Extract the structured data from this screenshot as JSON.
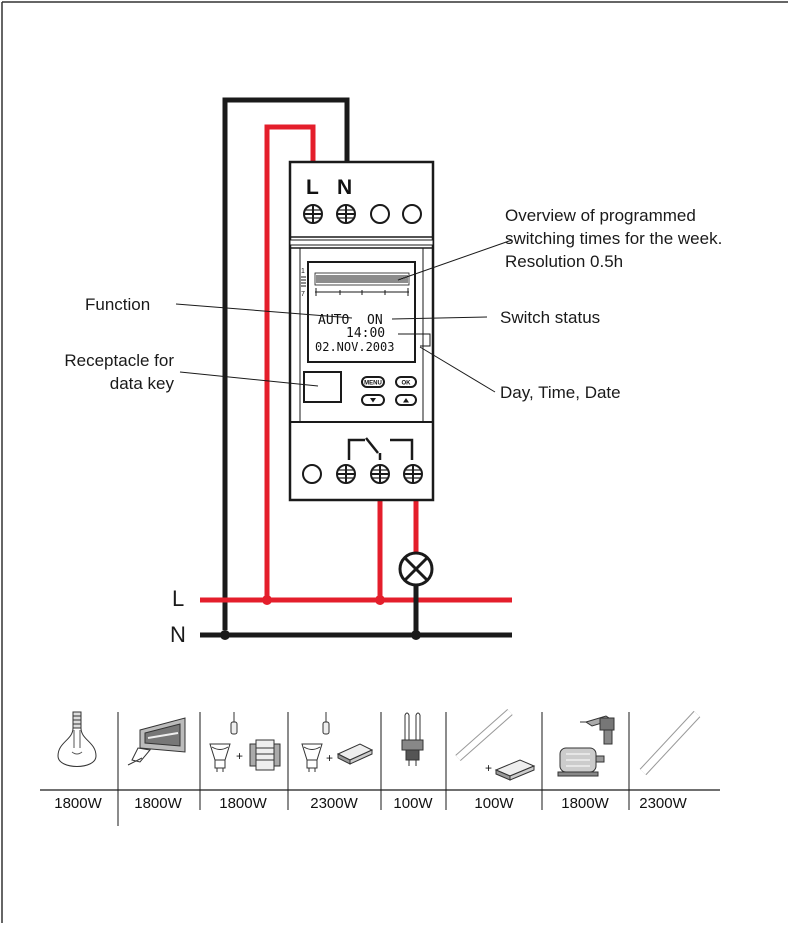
{
  "terminals": {
    "live": "L",
    "neutral": "N"
  },
  "bus_labels": {
    "live": "L",
    "neutral": "N"
  },
  "callouts": {
    "function": "Function",
    "receptacle_line1": "Receptacle for",
    "receptacle_line2": "data key",
    "overview_line1": "Overview of programmed",
    "overview_line2": "switching times for the week.",
    "overview_line3": "Resolution 0.5h",
    "switch_status": "Switch status",
    "day_time_date": "Day, Time, Date"
  },
  "display": {
    "day_top": "1",
    "day_bottom": "7",
    "mode": "AUTO",
    "state": "ON",
    "time": "14:00",
    "date": "02.NOV.2003"
  },
  "buttons": {
    "menu": "MENU",
    "ok": "OK"
  },
  "loads": [
    {
      "icon": "incandescent-bulb-icon",
      "rating": "1800W"
    },
    {
      "icon": "halogen-floodlight-icon",
      "rating": "1800W"
    },
    {
      "icon": "lv-halogen-transformer-icon",
      "rating": "1800W"
    },
    {
      "icon": "lv-halogen-electronic-transformer-icon",
      "rating": "2300W"
    },
    {
      "icon": "compact-fluorescent-icon",
      "rating": "100W"
    },
    {
      "icon": "fluorescent-tube-ballast-icon",
      "rating": "100W"
    },
    {
      "icon": "motor-drill-icon",
      "rating": "1800W"
    },
    {
      "icon": "fluorescent-tube-icon",
      "rating": "2300W"
    }
  ],
  "colors": {
    "live_wire": "#e41e2b",
    "neutral_wire": "#1a1a1a"
  }
}
